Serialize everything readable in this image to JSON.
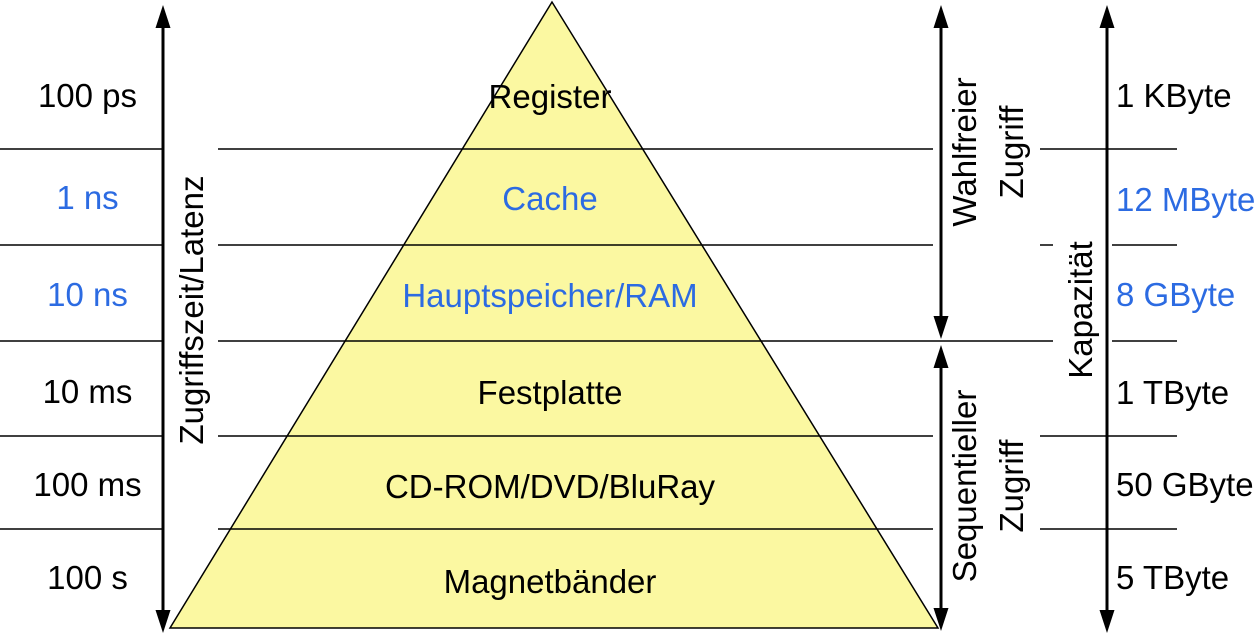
{
  "colors": {
    "pyramid_fill": "#FBF8A1",
    "outline": "#000000",
    "highlight_blue": "#2C6BE2",
    "text_black": "#000000"
  },
  "left_axis": {
    "label": "Zugriffszeit/Latenz"
  },
  "right_axis": {
    "label": "Kapazität"
  },
  "access_groups": [
    {
      "line1": "Wahlfreier",
      "line2": "Zugriff"
    },
    {
      "line1": "Sequentieller",
      "line2": "Zugriff"
    }
  ],
  "levels": [
    {
      "name": "Register",
      "latency": "100 ps",
      "capacity": "1 KByte",
      "color": "#000000"
    },
    {
      "name": "Cache",
      "latency": "1 ns",
      "capacity": "12 MByte",
      "color": "#2C6BE2"
    },
    {
      "name": "Hauptspeicher/RAM",
      "latency": "10 ns",
      "capacity": "8 GByte",
      "color": "#2C6BE2"
    },
    {
      "name": "Festplatte",
      "latency": "10 ms",
      "capacity": "1 TByte",
      "color": "#000000"
    },
    {
      "name": "CD-ROM/DVD/BluRay",
      "latency": "100 ms",
      "capacity": "50 GByte",
      "color": "#000000"
    },
    {
      "name": "Magnetbänder",
      "latency": "100 s",
      "capacity": "5 TByte",
      "color": "#000000"
    }
  ]
}
